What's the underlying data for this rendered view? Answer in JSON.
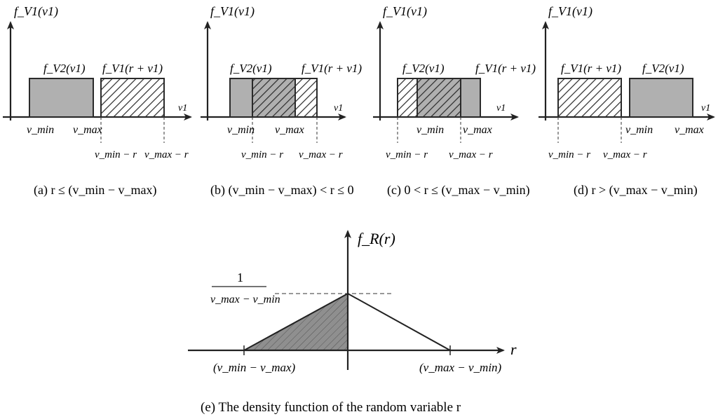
{
  "colors": {
    "axis": "#222222",
    "box_fill": "#b0b0b0",
    "box_stroke": "#2a2a2a",
    "triangle_fill": "#8f8f8f",
    "hatch": "#2a2a2a",
    "background": "#ffffff"
  },
  "panels": [
    {
      "caption": "(a)  r ≤ (v_min − v_max)",
      "y_label": "f_V1(v1)",
      "x_label": "v1",
      "box_label_1": "f_V2(v1)",
      "box_label_2": "f_V1(r + v1)",
      "tick_label_1": "v_min",
      "tick_label_2": "v_max",
      "below_label_1": "v_min − r",
      "below_label_2": "v_max − r"
    },
    {
      "caption": "(b)  (v_min − v_max) < r ≤ 0",
      "y_label": "f_V1(v1)",
      "x_label": "v1",
      "box_label_1": "f_V2(v1)",
      "box_label_2": "f_V1(r + v1)",
      "tick_label_1": "v_min",
      "tick_label_2": "v_max",
      "below_label_1": "v_min − r",
      "below_label_2": "v_max − r"
    },
    {
      "caption": "(c)  0 < r ≤ (v_max − v_min)",
      "y_label": "f_V1(v1)",
      "x_label": "v1",
      "box_label_1": "f_V2(v1)",
      "box_label_2": "f_V1(r + v1)",
      "tick_label_1": "v_min",
      "tick_label_2": "v_max",
      "below_label_1": "v_min − r",
      "below_label_2": "v_max − r"
    },
    {
      "caption": "(d)  r > (v_max − v_min)",
      "y_label": "f_V1(v1)",
      "x_label": "v1",
      "box_label_1": "f_V1(r + v1)",
      "box_label_2": "f_V2(v1)",
      "tick_label_1": "v_min",
      "tick_label_2": "v_max",
      "below_label_1": "v_min − r",
      "below_label_2": "v_max − r"
    }
  ],
  "density": {
    "caption": "(e) The density function of the random variable r",
    "y_label": "f_R(r)",
    "x_label": "r",
    "peak_numerator": "1",
    "peak_denominator": "v_max − v_min",
    "left_tick": "(v_min − v_max)",
    "right_tick": "(v_max − v_min)"
  }
}
